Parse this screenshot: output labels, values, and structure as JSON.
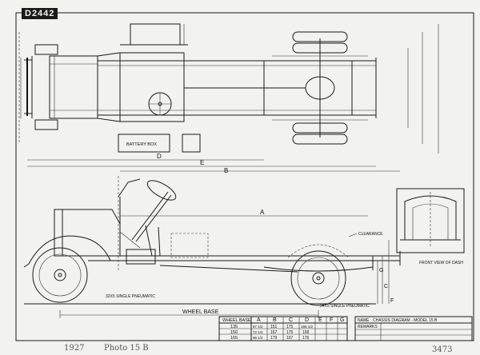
{
  "drawing_number": "D2442",
  "plan_view": {
    "battery_box": "BATTERY BOX",
    "dim_d": "D",
    "dim_e": "E",
    "dim_b": "B"
  },
  "side_view": {
    "dim_a": "A",
    "dim_g": "G",
    "dim_c": "C",
    "dim_f": "F",
    "front_tire_note": "32X5 SINGLE PNEUMATIC",
    "rear_tire_note": "34X5 SINGLE PNEUMATIC",
    "wheel_clearance_note": "CLEARANCE",
    "wheelbase_label": "WHEEL BASE"
  },
  "front_view": {
    "label": "FRONT VIEW OF DASH"
  },
  "table": {
    "columns": [
      "WHEEL BASE",
      "A",
      "B",
      "C",
      "D",
      "E",
      "F",
      "G"
    ],
    "rows": [
      [
        "135",
        "57 1/2",
        "151",
        "175",
        "155 1/2",
        "",
        "",
        ""
      ],
      [
        "150",
        "72 1/2",
        "167",
        "175",
        "168",
        "",
        "",
        ""
      ],
      [
        "165",
        "86 1/2",
        "179",
        "167",
        "176",
        "",
        "",
        ""
      ]
    ]
  },
  "title_block": {
    "name_label": "NAME",
    "name_value": "CHASSIS DIAGRAM - MODEL 15 B",
    "remarks_label": "REMARKS"
  },
  "annotations": {
    "handwritten_left": "1927",
    "handwritten_mid": "Photo 15 B",
    "handwritten_right": "3473"
  }
}
